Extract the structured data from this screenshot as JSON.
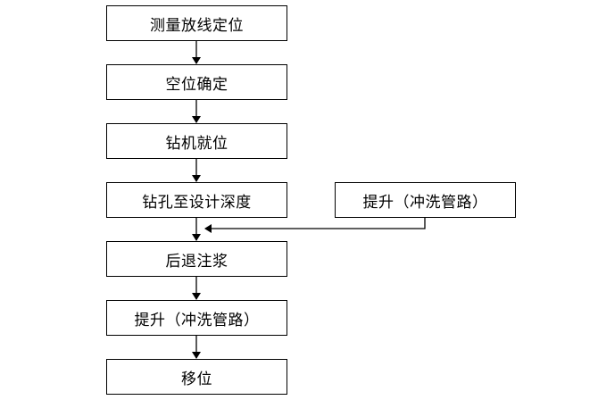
{
  "flowchart": {
    "steps": [
      "测量放线定位",
      "空位确定",
      "钻机就位",
      "钻孔至设计深度",
      "后退注浆",
      "提升（冲洗管路）",
      "移位"
    ],
    "side_step": "提升（冲洗管路）"
  },
  "colors": {
    "line": "#000000",
    "background": "#ffffff"
  }
}
